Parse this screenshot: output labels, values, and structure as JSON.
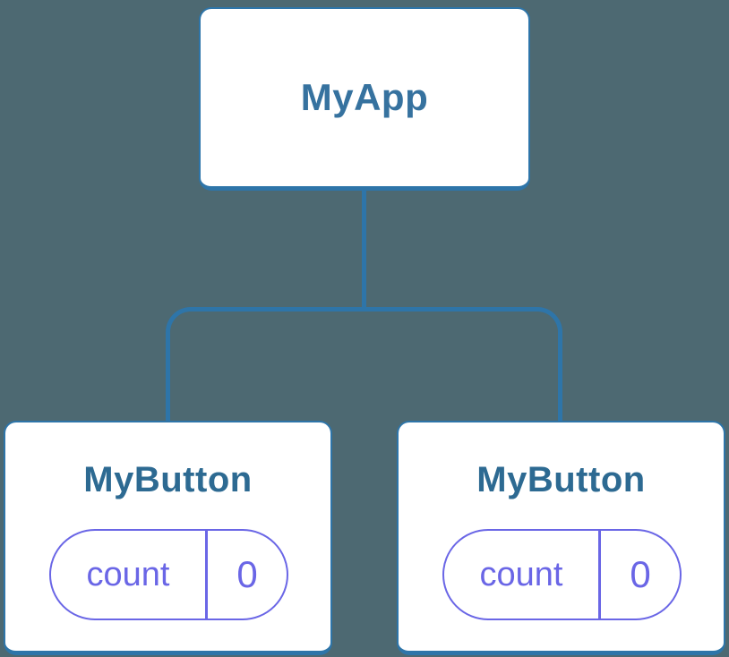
{
  "colors": {
    "background": "#4D6972",
    "connector": "#2E75A9",
    "node_fill": "#FFFFFF",
    "root_label": "#36729F",
    "child_label": "#2D6A92",
    "state_accent": "#6A66E6"
  },
  "tree": {
    "root": {
      "label": "MyApp"
    },
    "children": [
      {
        "label": "MyButton",
        "state": {
          "key": "count",
          "value": "0"
        }
      },
      {
        "label": "MyButton",
        "state": {
          "key": "count",
          "value": "0"
        }
      }
    ]
  }
}
